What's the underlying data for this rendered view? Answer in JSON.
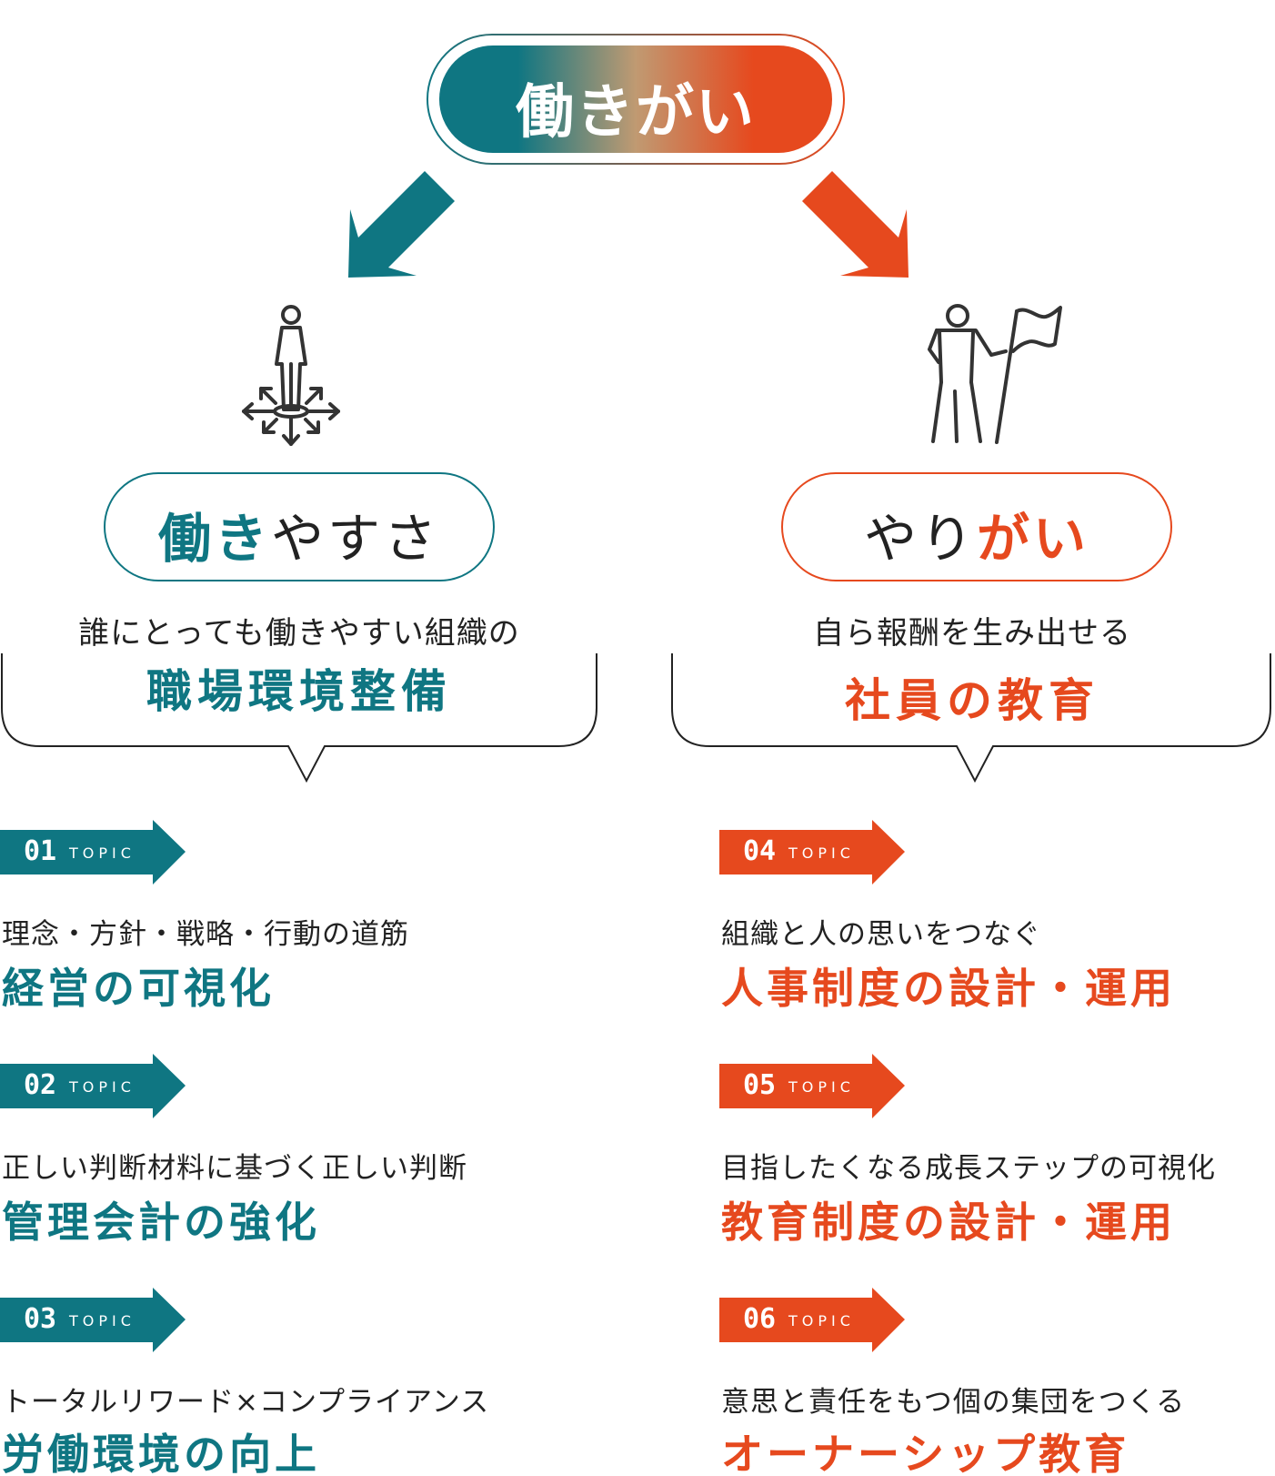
{
  "top": {
    "title": "働きがい",
    "gradient_from": "#0f7682",
    "gradient_to": "#e6491e"
  },
  "colors": {
    "teal": "#0f7682",
    "orange": "#e6491e",
    "line": "#222222"
  },
  "left": {
    "icon": "person-arrows-icon",
    "pill_accent": "働き",
    "pill_rest": "やすさ",
    "sub": "誰にとっても働きやすい組織の",
    "main": "職場環境整備",
    "topics": [
      {
        "num": "01",
        "label": "TOPIC",
        "sub": "理念・方針・戦略・行動の道筋",
        "main": "経営の可視化"
      },
      {
        "num": "02",
        "label": "TOPIC",
        "sub": "正しい判断材料に基づく正しい判断",
        "main": "管理会計の強化"
      },
      {
        "num": "03",
        "label": "TOPIC",
        "sub": "トータルリワード×コンプライアンス",
        "main": "労働環境の向上"
      }
    ]
  },
  "right": {
    "icon": "person-flag-icon",
    "pill_rest": "やり",
    "pill_accent": "がい",
    "sub": "自ら報酬を生み出せる",
    "main": "社員の教育",
    "topics": [
      {
        "num": "04",
        "label": "TOPIC",
        "sub": "組織と人の思いをつなぐ",
        "main": "人事制度の設計・運用"
      },
      {
        "num": "05",
        "label": "TOPIC",
        "sub": "目指したくなる成長ステップの可視化",
        "main": "教育制度の設計・運用"
      },
      {
        "num": "06",
        "label": "TOPIC",
        "sub": "意思と責任をもつ個の集団をつくる",
        "main": "オーナーシップ教育"
      }
    ]
  }
}
